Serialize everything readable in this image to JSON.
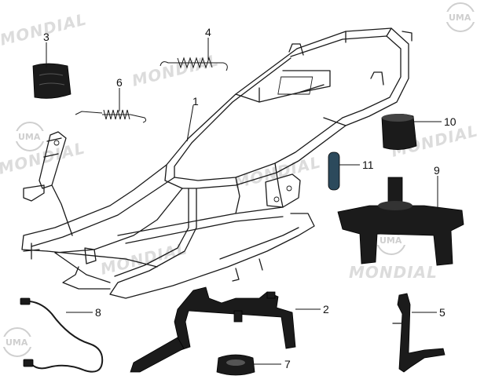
{
  "watermarks": {
    "brand": "MONDIAL",
    "logo": "UMA"
  },
  "callouts": [
    {
      "id": "1",
      "label": "1"
    },
    {
      "id": "2",
      "label": "2"
    },
    {
      "id": "3",
      "label": "3"
    },
    {
      "id": "4",
      "label": "4"
    },
    {
      "id": "5",
      "label": "5"
    },
    {
      "id": "6",
      "label": "6"
    },
    {
      "id": "7",
      "label": "7"
    },
    {
      "id": "8",
      "label": "8"
    },
    {
      "id": "9",
      "label": "9"
    },
    {
      "id": "10",
      "label": "10"
    },
    {
      "id": "11",
      "label": "11"
    }
  ],
  "colors": {
    "line": "#1a1a1a",
    "part_fill": "#1b1b1b",
    "watermark": "#dcdcdc",
    "background": "#ffffff"
  }
}
